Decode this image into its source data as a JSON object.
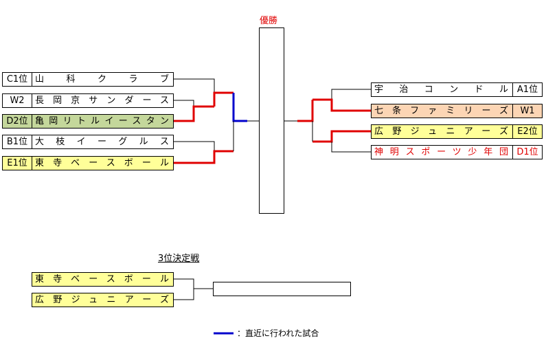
{
  "champion_label": "優勝",
  "third_place_title": "3位決定戦",
  "legend_text": "：直近に行われた試合",
  "colors": {
    "winner_line": "#e00000",
    "recent_line": "#0000cc",
    "normal_line": "#000000",
    "yellow": "#ffff99",
    "green": "#c4d79b",
    "peach": "#fcd5b4"
  },
  "left_teams": [
    {
      "seed": "C1位",
      "name": "山　科　ク　ラ　ブ",
      "fill": ""
    },
    {
      "seed": "W2",
      "name": "長岡京サンダース",
      "fill": ""
    },
    {
      "seed": "D2位",
      "name": "亀岡リトルイースタン",
      "fill": "green"
    },
    {
      "seed": "B1位",
      "name": "大枝イーグルス",
      "fill": ""
    },
    {
      "seed": "E1位",
      "name": "東寺ベースボール",
      "fill": "yellow"
    }
  ],
  "right_teams": [
    {
      "seed": "A1位",
      "name": "宇治コンドル",
      "fill": "",
      "red": false
    },
    {
      "seed": "W1",
      "name": "七条ファミリーズ",
      "fill": "peach",
      "red": false
    },
    {
      "seed": "E2位",
      "name": "広野ジュニアーズ",
      "fill": "yellow",
      "red": false
    },
    {
      "seed": "D1位",
      "name": "神明スポーツ少年団",
      "fill": "",
      "red": true
    }
  ],
  "third_place_teams": [
    {
      "name": "東寺ベースボール",
      "fill": "yellow"
    },
    {
      "name": "広野ジュニアーズ",
      "fill": "yellow"
    }
  ]
}
